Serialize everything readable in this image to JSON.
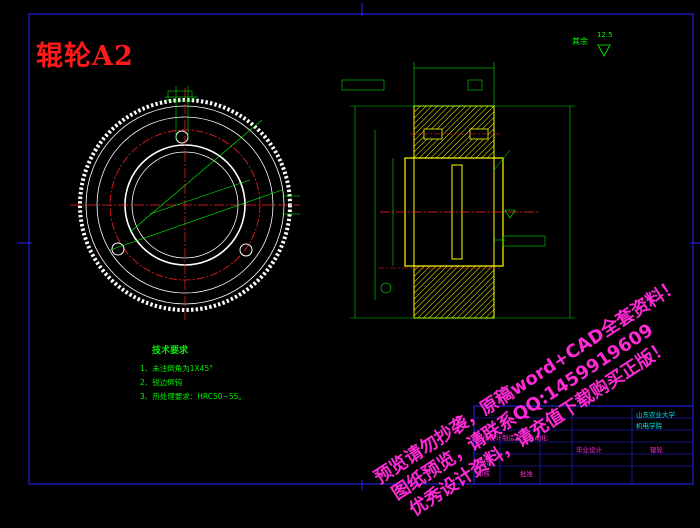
{
  "title": "辊轮A2",
  "surface_finish": {
    "label": "其余",
    "value": "12.5"
  },
  "tech_req": {
    "heading": "技术要求",
    "items": [
      "1、未注倒角为1X45°",
      "2、锐边倒钝",
      "3、热处理要求：HRC50~55。"
    ]
  },
  "watermark": [
    "预览请勿抄袭，原稿word+CAD全套资料！",
    "图纸预览，请联系QQ:1459919609",
    "优秀设计资料，请充值下载购买正版！"
  ],
  "title_block": {
    "university": "山东农业大学",
    "dept": "机电学院",
    "part_name": "辊轮",
    "row1": "机械设计制造及其自动化",
    "row2": "毕业设计",
    "label_design": "设计",
    "label_check": "审核",
    "label_approve": "批准"
  },
  "colors": {
    "background": "#000000",
    "frame": "#2424ff",
    "part": "#ffff00",
    "hatch": "#ffff00",
    "centerline": "#ff2020",
    "dimension": "#00ff00",
    "title": "#ff1a1a",
    "watermark": "#ff2ad6"
  }
}
